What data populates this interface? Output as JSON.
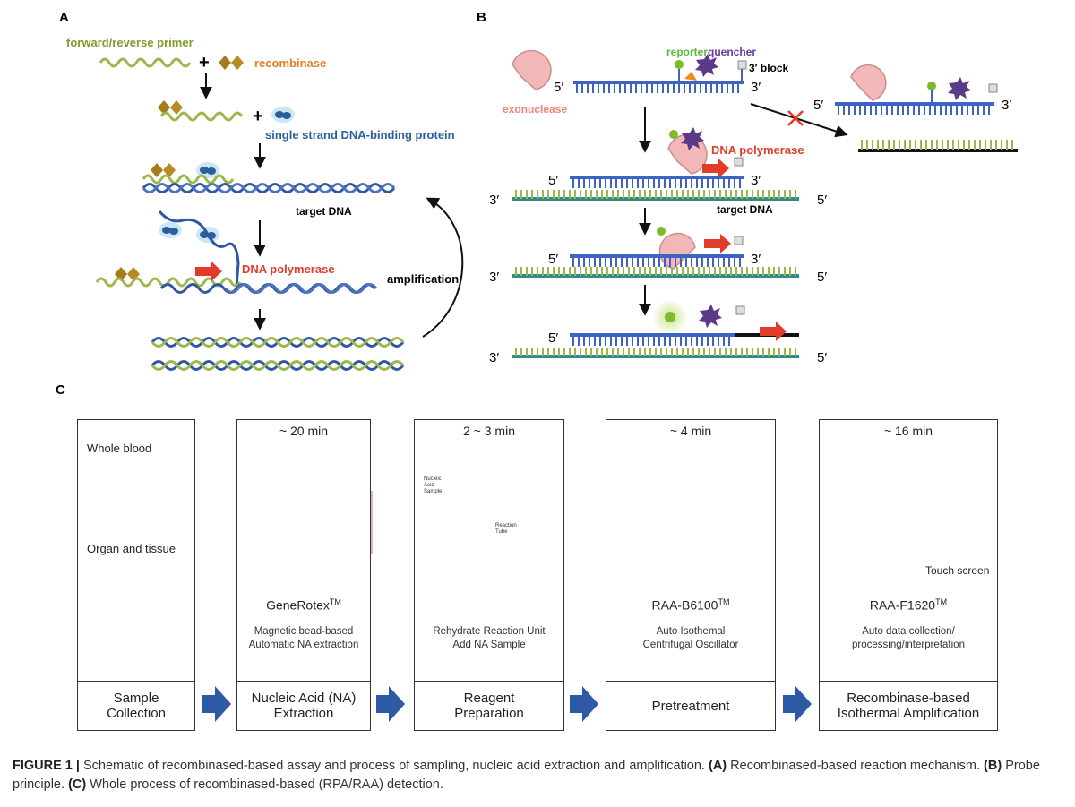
{
  "panel_a": {
    "letter": "A",
    "primer_label": "forward/reverse primer",
    "recombinase_label": "recombinase",
    "ssb_label": "single strand DNA-binding protein",
    "target_label": "target DNA",
    "polymerase_label": "DNA polymerase",
    "cycle_label": "amplification",
    "plus": "+"
  },
  "panel_b": {
    "letter": "B",
    "reporter_label": "reporter",
    "quencher_label": "quencher",
    "block_label": "3′ block",
    "exonuclease_label": "exonuclease",
    "polymerase_label": "DNA polymerase",
    "target_label": "target DNA",
    "five_prime": "5′",
    "three_prime": "3′"
  },
  "panel_c": {
    "letter": "C",
    "steps": [
      {
        "time": "",
        "footer": "Sample\nCollection",
        "name": "",
        "desc": "",
        "sample_whole_blood": "Whole blood",
        "sample_organ": "Organ and tissue"
      },
      {
        "time": "~ 20 min",
        "footer": "Nucleic Acid (NA)\nExtraction",
        "name": "GeneRotex",
        "tm": "TM",
        "desc": "Magnetic bead-based\nAutomatic NA extraction"
      },
      {
        "time": "2 ~ 3 min",
        "footer": "Reagent\nPreparation",
        "name": "",
        "tm": "",
        "desc": "Rehydrate Reaction Unit\nAdd NA Sample",
        "tube1": "Nucleic Acid Sample",
        "tube2": "Reaction Tube"
      },
      {
        "time": "~ 4 min",
        "footer": "Pretreatment",
        "name": "RAA-B6100",
        "tm": "TM",
        "desc": "Auto Isothemal\nCentrifugal Oscillator"
      },
      {
        "time": "~ 16 min",
        "footer": "Recombinase-based\nIsothermal Amplification",
        "name": "RAA-F1620",
        "tm": "TM",
        "desc": "Auto data collection/\nprocessing/interpretation",
        "touch": "Touch screen"
      }
    ]
  },
  "caption": {
    "fig_label": "FIGURE 1 |",
    "text1": " Schematic of recombinased-based assay and process of sampling, nucleic acid extraction and amplification. ",
    "a_label": "(A)",
    "text2": " Recombinased-based reaction mechanism. ",
    "b_label": "(B)",
    "text3": " Probe principle. ",
    "c_label": "(C)",
    "text4": " Whole process of recombinased-based (RPA/RAA) detection."
  },
  "colors": {
    "primer": "#9cb74a",
    "dna": "#2f57a4",
    "recombinase": "#a77b1c",
    "ssb": "#2a5f9c",
    "polymerase": "#e23b2a",
    "reporter": "#7cbb2a",
    "quencher": "#5c3a8a",
    "exo": "#f2b8b8",
    "arrow_c": "#2d5aa7",
    "teal": "#2f8a8c"
  }
}
